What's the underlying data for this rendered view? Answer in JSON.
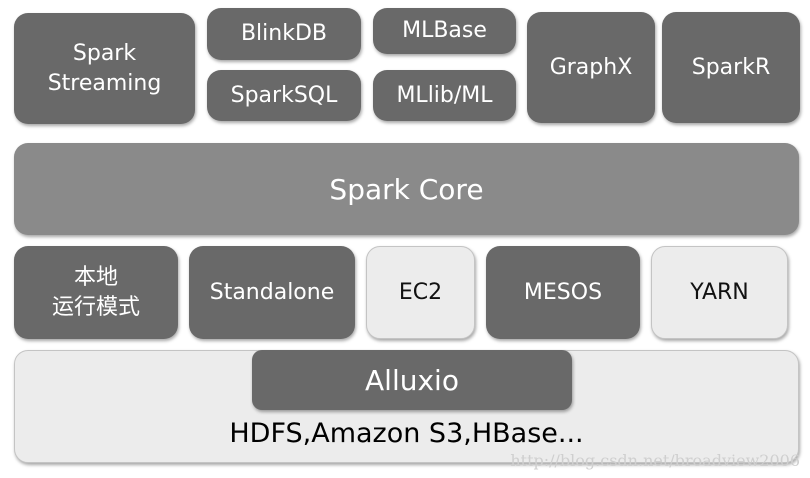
{
  "libraries": {
    "spark_streaming": [
      "Spark",
      "Streaming"
    ],
    "blinkdb": "BlinkDB",
    "sparksql": "SparkSQL",
    "mlbase": "MLBase",
    "mllib": "MLlib/ML",
    "graphx": "GraphX",
    "sparkr": "SparkR"
  },
  "core": "Spark Core",
  "deploy_modes": {
    "local": [
      "本地",
      "运行模式"
    ],
    "standalone": "Standalone",
    "ec2": "EC2",
    "mesos": "MESOS",
    "yarn": "YARN"
  },
  "storage": {
    "alluxio": "Alluxio",
    "systems": "HDFS,Amazon S3,HBase..."
  },
  "watermark": "http://blog.csdn.net/broadview2006"
}
